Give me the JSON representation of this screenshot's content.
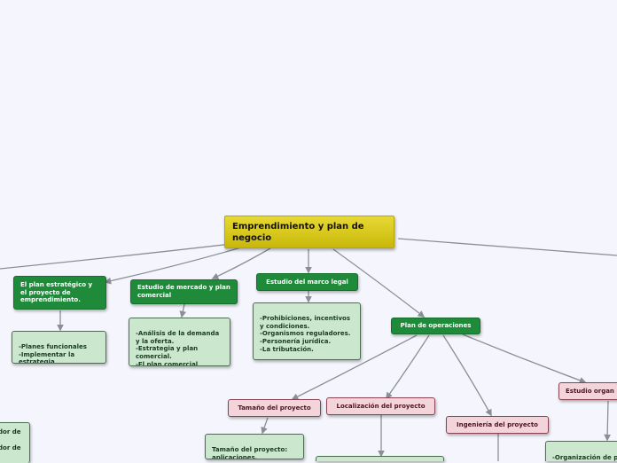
{
  "colors": {
    "background": "#f5f6fd",
    "root": "#d8c81c",
    "primary_node": "#1f8a3a",
    "detail_node": "#cbe8cf",
    "sub_node": "#f3d4da",
    "connector": "#8a8f96"
  },
  "root": {
    "label": "Emprendimiento y plan de negocio"
  },
  "branches": {
    "plan_estrategico": {
      "label": "El plan estratégico y el proyecto de emprendimiento.",
      "detail": "-Planes funcionales\n-Implementar la estrategia"
    },
    "estudio_mercado": {
      "label": "Estudio de mercado y plan comercial",
      "detail": "-Análisis de la demanda y la oferta.\n-Estrategia y plan comercial.\n-El plan comercial"
    },
    "marco_legal": {
      "label": "Estudio del marco legal",
      "detail": "-Prohibiciones, incentivos y condiciones.\n-Organismos reguladores.\n-Personería jurídica.\n-La tributación."
    },
    "plan_operaciones": {
      "label": "Plan de operaciones",
      "children": {
        "tamano": {
          "label": "Tamaño del proyecto",
          "detail": "Tamaño del proyecto: aplicaciones."
        },
        "localizacion": {
          "label": "Localización del proyecto"
        },
        "ingenieria": {
          "label": "Ingeniería del proyecto"
        },
        "organizacional": {
          "label": "Estudio organ",
          "detail": "-Organización de\npara construir el"
        }
      }
    },
    "left_partial": {
      "lines": [
        "dor de",
        "dor de"
      ]
    }
  }
}
